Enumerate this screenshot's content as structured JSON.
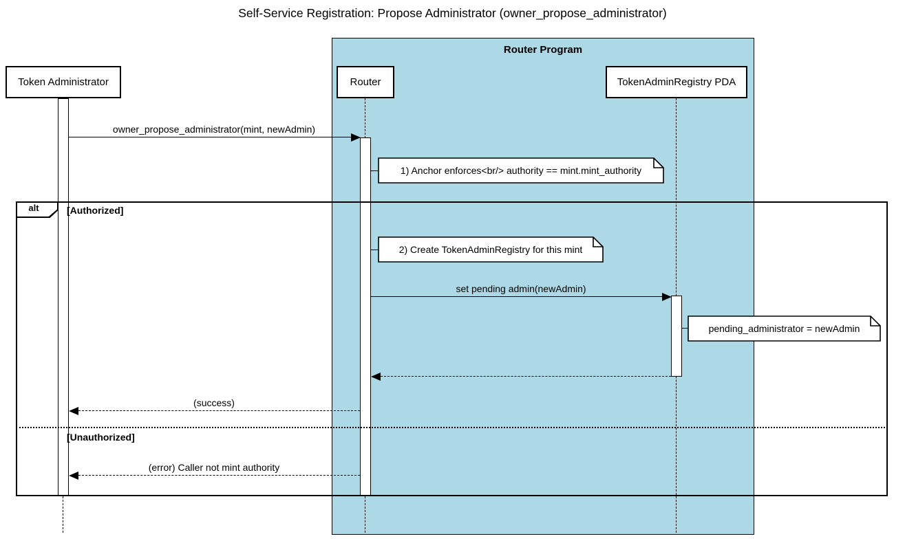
{
  "title": "Self-Service Registration: Propose Administrator (owner_propose_administrator)",
  "colors": {
    "program_boundary_fill": "#ADD8E6",
    "participant_fill": "#FFFFFF",
    "note_fill": "#FFFFFF",
    "line": "#000000",
    "background": "#FFFFFF"
  },
  "program_boundary": {
    "label": "Router Program"
  },
  "participants": [
    {
      "id": "token-admin",
      "label": "Token Administrator"
    },
    {
      "id": "router",
      "label": "Router"
    },
    {
      "id": "registry-pda",
      "label": "TokenAdminRegistry PDA"
    }
  ],
  "messages": [
    {
      "label": "owner_propose_administrator(mint, newAdmin)",
      "from": "token-admin",
      "to": "router",
      "style": "solid"
    },
    {
      "label": "set pending admin(newAdmin)",
      "from": "router",
      "to": "registry-pda",
      "style": "solid"
    },
    {
      "label": "",
      "from": "registry-pda",
      "to": "router",
      "style": "dashed"
    },
    {
      "label": "(success)",
      "from": "router",
      "to": "token-admin",
      "style": "dashed"
    },
    {
      "label": "(error) Caller not mint authority",
      "from": "router",
      "to": "token-admin",
      "style": "dashed"
    }
  ],
  "notes": [
    {
      "text": "1) Anchor enforces<br/> authority == mint.mint_authority",
      "attached_to": "router"
    },
    {
      "text": "2) Create TokenAdminRegistry for this mint",
      "attached_to": "router"
    },
    {
      "text": "pending_administrator = newAdmin",
      "attached_to": "registry-pda"
    }
  ],
  "alt_frame": {
    "operator": "alt",
    "guards": [
      "[Authorized]",
      "[Unauthorized]"
    ]
  }
}
